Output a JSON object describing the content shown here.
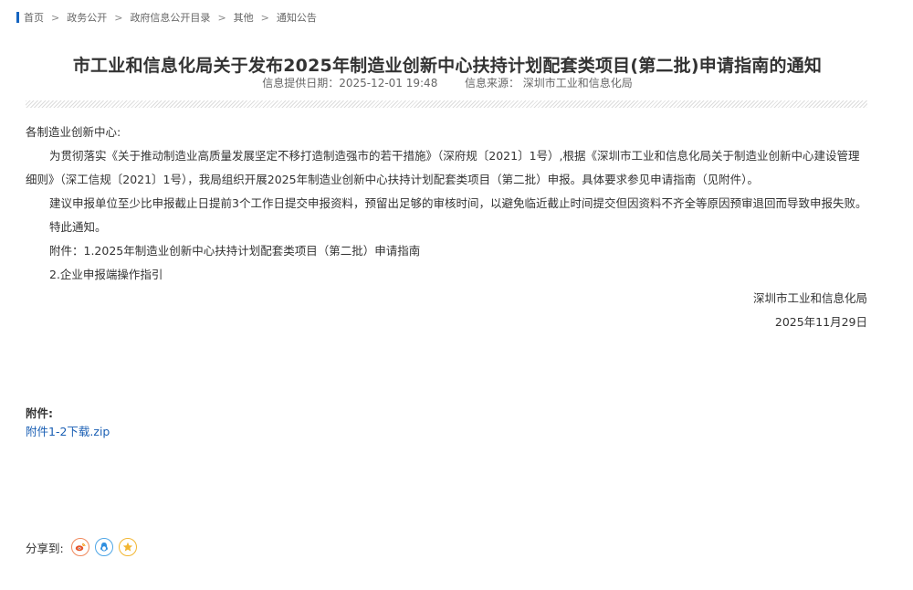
{
  "breadcrumb": {
    "items": [
      "首页",
      "政务公开",
      "政府信息公开目录",
      "其他",
      "通知公告"
    ],
    "separator": ">"
  },
  "article": {
    "title": "市工业和信息化局关于发布2025年制造业创新中心扶持计划配套类项目(第二批)申请指南的通知",
    "date_text": "信息提供日期：2025-12-01 19:48",
    "source_text": "信息来源： 深圳市工业和信息化局",
    "salutation": "各制造业创新中心:",
    "paragraphs": [
      "为贯彻落实《关于推动制造业高质量发展坚定不移打造制造强市的若干措施》（深府规〔2021〕1号）,根据《深圳市工业和信息化局关于制造业创新中心建设管理细则》（深工信规〔2021〕1号），我局组织开展2025年制造业创新中心扶持计划配套类项目（第二批）申报。具体要求参见申请指南（见附件）。",
      "建议申报单位至少比申报截止日提前3个工作日提交申报资料，预留出足够的审核时间，以避免临近截止时间提交但因资料不齐全等原因预审退回而导致申报失败。",
      "特此通知。",
      "附件：1.2025年制造业创新中心扶持计划配套类项目（第二批）申请指南",
      "2.企业申报端操作指引"
    ],
    "signature": "深圳市工业和信息化局",
    "sign_date": "2025年11月29日"
  },
  "attachments": {
    "label": "附件:",
    "link": "附件1-2下载.zip"
  },
  "share": {
    "label": "分享到:",
    "buttons": [
      {
        "name": "weibo",
        "icon": "weibo-icon",
        "color": "#f08a5d"
      },
      {
        "name": "qq",
        "icon": "qq-penguin-icon",
        "color": "#4ea6e6"
      },
      {
        "name": "qzone",
        "icon": "qzone-star-icon",
        "color": "#f2b632"
      }
    ]
  },
  "colors": {
    "accent": "#1565c0",
    "link": "#1a5fb4",
    "text": "#333333",
    "muted": "#666666"
  }
}
